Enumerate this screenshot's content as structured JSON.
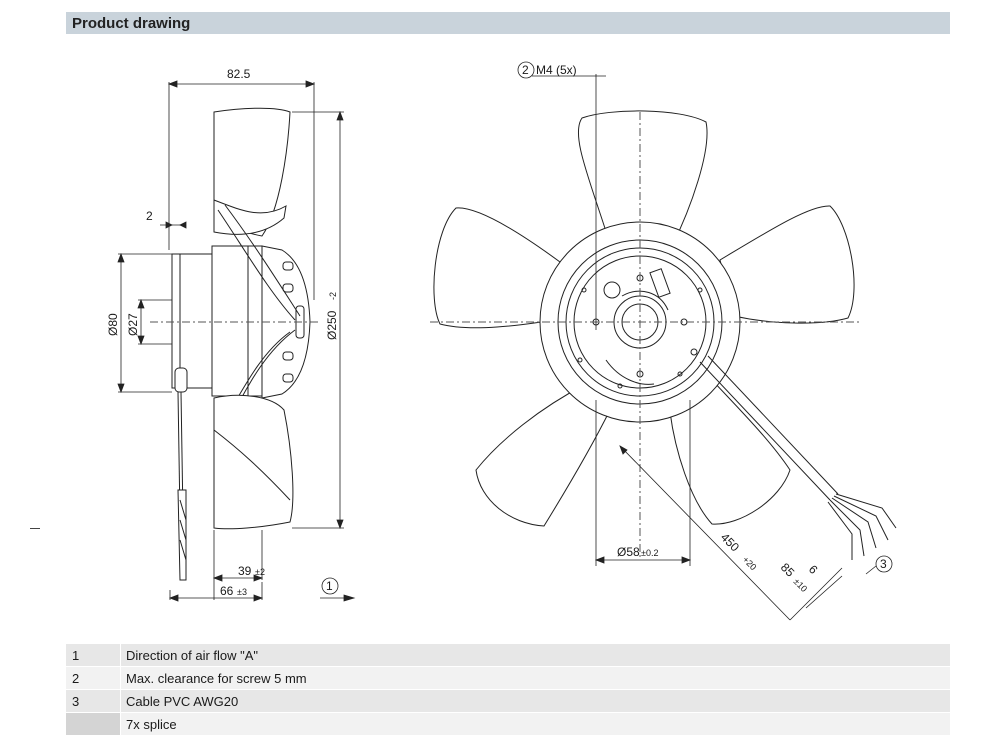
{
  "header": {
    "title": "Product drawing"
  },
  "side_view": {
    "dim_width": "82.5",
    "dim_gap": "2",
    "dim_d80": "Ø80",
    "dim_d27": "Ø27",
    "dim_d250": "Ø250",
    "dim_d250_tol": "-2",
    "dim_39": "39",
    "dim_39_tol": "±2",
    "dim_66": "66",
    "dim_66_tol": "±3",
    "callout_1": "1"
  },
  "front_view": {
    "callout_2": "2",
    "screw_label": "M4 (5x)",
    "dim_d58": "Ø58",
    "dim_d58_tol": "±0.2",
    "dim_450": "450",
    "dim_450_tol": "+20",
    "dim_85": "85",
    "dim_85_tol": "±10",
    "dim_6": "6",
    "callout_3": "3"
  },
  "legend": [
    {
      "num": "1",
      "text": "Direction of air flow \"A\""
    },
    {
      "num": "2",
      "text": "Max. clearance for screw 5 mm"
    },
    {
      "num": "3",
      "text": "Cable PVC AWG20"
    },
    {
      "num": "",
      "text": "7x splice"
    }
  ]
}
